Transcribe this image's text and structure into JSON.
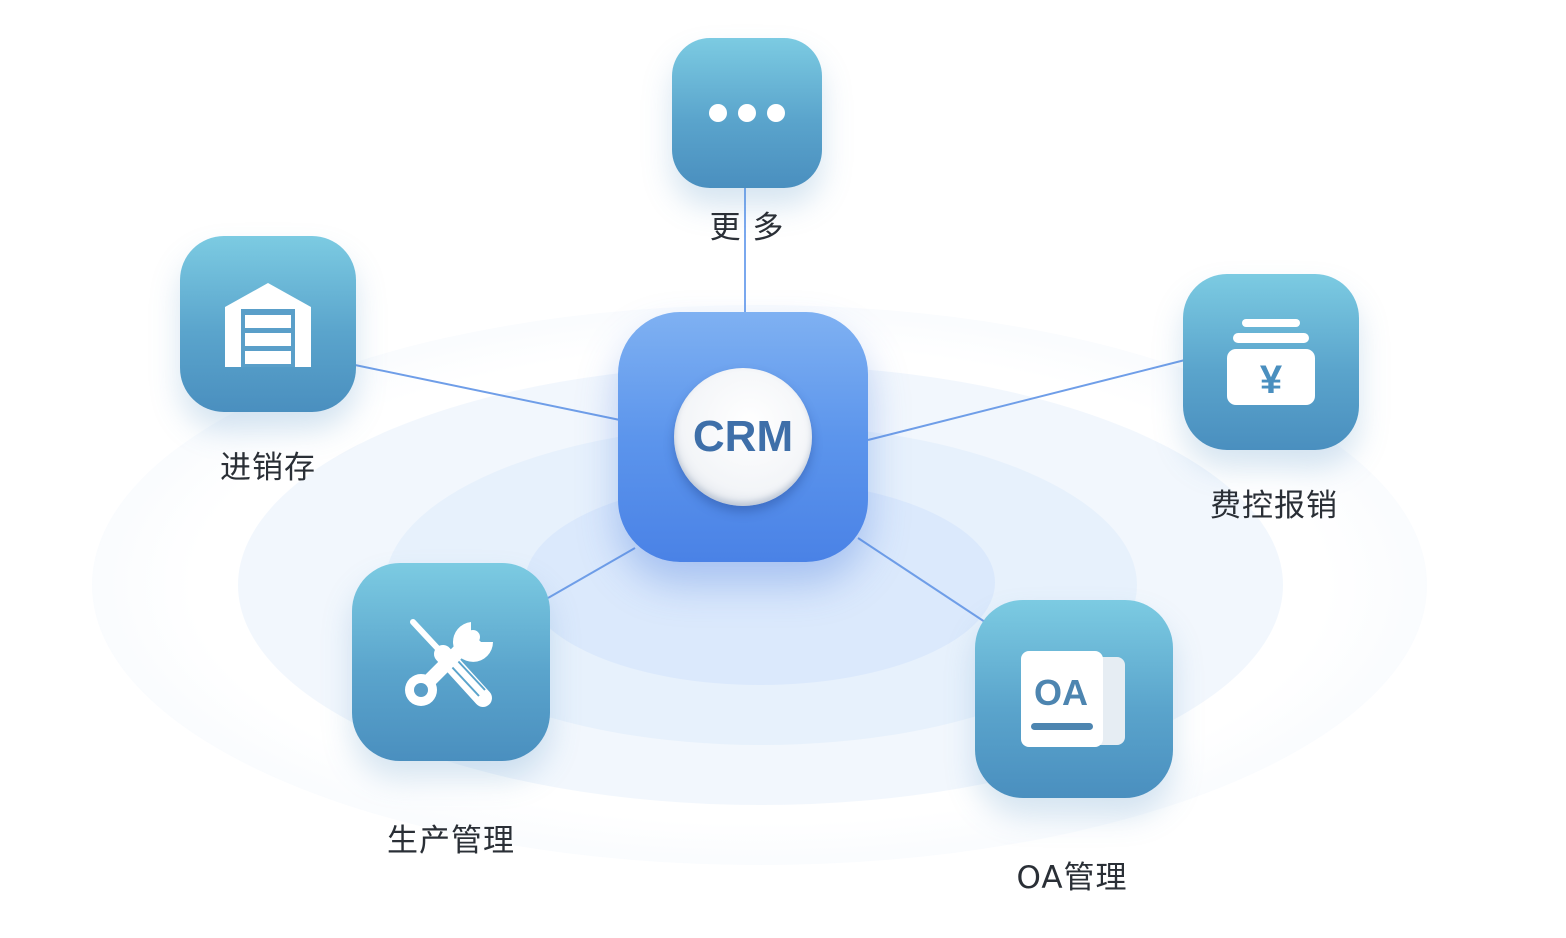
{
  "diagram": {
    "center": {
      "label": "CRM",
      "icon": "crm-badge-icon",
      "color": "#5a92ea"
    },
    "modules": [
      {
        "id": "more",
        "label": "更 多",
        "icon": "more-dots-icon"
      },
      {
        "id": "inventory",
        "label": "进销存",
        "icon": "warehouse-icon"
      },
      {
        "id": "expense",
        "label": "费控报销",
        "icon": "yuan-wallet-icon"
      },
      {
        "id": "production",
        "label": "生产管理",
        "icon": "tools-icon"
      },
      {
        "id": "oa",
        "label": "OA管理",
        "icon": "oa-document-icon"
      }
    ],
    "colors": {
      "module_tile": "#5aa4cc",
      "connector": "#6f9ee8",
      "label": "#2a2f36"
    }
  }
}
